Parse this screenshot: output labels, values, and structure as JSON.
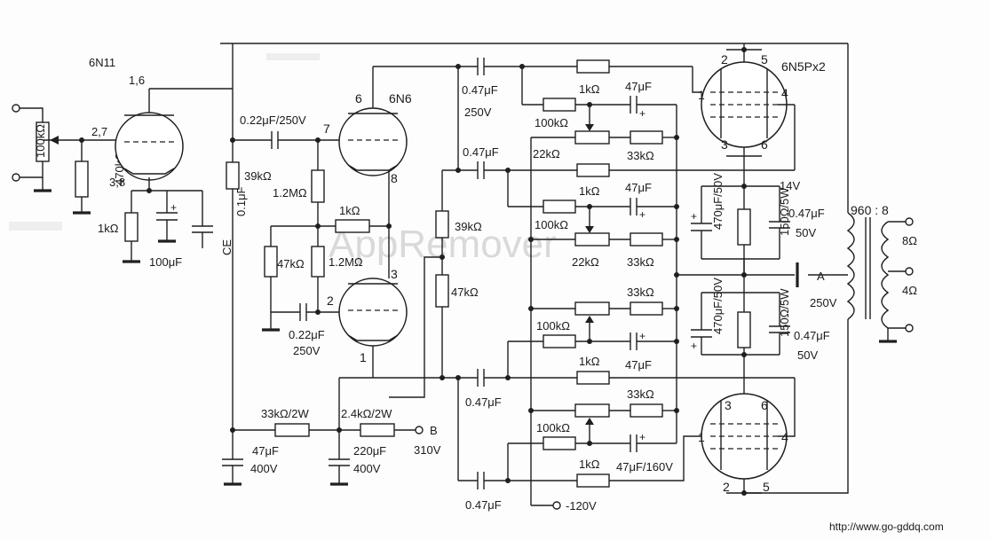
{
  "footer_url": "http://www.go-gddq.com",
  "watermark": "AppRemover",
  "tubes": {
    "v1_name": "6N11",
    "v1_pins_top": "1,6",
    "v1_pins_left": "2,7",
    "v1_pins_bottom": "3,8",
    "v2_name": "6N6",
    "v2_pin_top": "6",
    "v2_pin_grid": "7",
    "v2_pin_cathode": "8",
    "v3_pin_top": "3",
    "v3_pin_grid": "2",
    "v3_pin_cathode": "1",
    "out_name": "6N5Px2",
    "o1_pin_tl": "2",
    "o1_pin_tr": "5",
    "o1_pin_l": "1",
    "o1_pin_r": "4",
    "o1_pin_bl": "3",
    "o1_pin_br": "6",
    "o2_pin_tl": "3",
    "o2_pin_tr": "6",
    "o2_pin_l": "1",
    "o2_pin_r": "4",
    "o2_pin_bl": "2",
    "o2_pin_br": "5"
  },
  "labels": {
    "pot_in": "100kΩ",
    "r_470k": "470kΩ",
    "r_1k_a": "1kΩ",
    "c_100u": "100μF",
    "ce": "CE",
    "c_01u": "0.1μF",
    "c_022_250": "0.22μF/250V",
    "r_39k_a": "39kΩ",
    "r_12M_a": "1.2MΩ",
    "r_1k_b": "1kΩ",
    "r_47k_a": "47kΩ",
    "r_12M_b": "1.2MΩ",
    "c_022_b": "0.22μF",
    "v250_a": "250V",
    "r_39k_b": "39kΩ",
    "r_47k_b": "47kΩ",
    "c_047_a": "0.47μF",
    "v250_b": "250V",
    "c_047_b": "0.47μF",
    "c_047_c": "0.47μF",
    "c_047_d": "0.47μF",
    "r1k_1": "1kΩ",
    "c47_1": "47μF",
    "r100k_1": "100kΩ",
    "r22k_1": "22kΩ",
    "r33k_1": "33kΩ",
    "r1k_2": "1kΩ",
    "c47_2": "47μF",
    "r100k_2": "100kΩ",
    "r22k_2": "22kΩ",
    "r33k_2": "33kΩ",
    "r33k_3": "33kΩ",
    "r100k_3": "100kΩ",
    "r1k_3": "1kΩ",
    "c47_3": "47μF",
    "r33k_4": "33kΩ",
    "r100k_4": "100kΩ",
    "r1k_4": "1kΩ",
    "c47_160": "47μF/160V",
    "c470_1": "470μF/50V",
    "c470_2": "470μF/50V",
    "r150_1": "150Ω/5W",
    "r150_2": "150Ω/5W",
    "c047_50_1": "0.47μF",
    "v50_1": "50V",
    "c047_50_2": "0.47μF",
    "v50_2": "50V",
    "v14": "14V",
    "pt_a": "A",
    "v250_c": "250V",
    "ratio": "960 : 8",
    "tap8": "8Ω",
    "tap4": "4Ω",
    "r33k_2w": "33kΩ/2W",
    "r24k_2w": "2.4kΩ/2W",
    "pt_b": "B",
    "v310": "310V",
    "c47_400": "47μF",
    "v400_a": "400V",
    "c220_400": "220μF",
    "v400_b": "400V",
    "neg120": "-120V",
    "plus": "+"
  }
}
